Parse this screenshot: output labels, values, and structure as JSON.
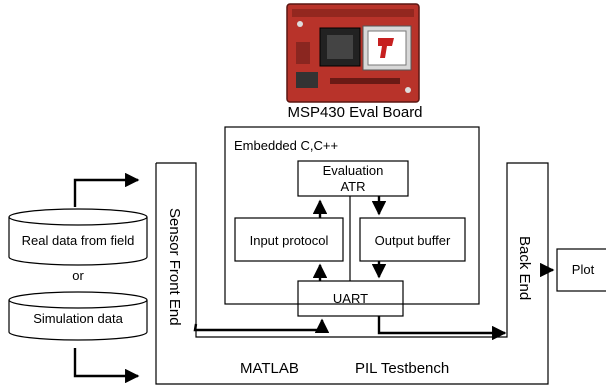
{
  "board": {
    "caption": "MSP430 Eval Board"
  },
  "embedded": {
    "title": "Embedded C,C++"
  },
  "blocks": {
    "evaluation": {
      "line1": "Evaluation",
      "line2": "ATR"
    },
    "input_protocol": "Input protocol",
    "output_buffer": "Output buffer",
    "uart": "UART",
    "sensor_front_end": "Sensor Front End",
    "back_end": "Back End",
    "plot": "Plot"
  },
  "sources": {
    "real_data": "Real data from field",
    "or": "or",
    "simulation": "Simulation data"
  },
  "testbench": {
    "matlab": "MATLAB",
    "pil": "PIL Testbench"
  },
  "colors": {
    "board_pcb": "#b8332a",
    "board_dark": "#5a1612",
    "lcd_frame": "#d8d8d8",
    "socket": "#222222"
  }
}
